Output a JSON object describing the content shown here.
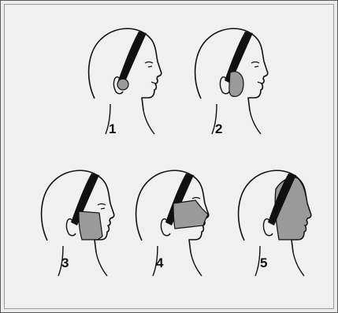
{
  "figures": [
    {
      "label": "1",
      "region": "ear"
    },
    {
      "label": "2",
      "region": "preauricular-cheek"
    },
    {
      "label": "3",
      "region": "lower-jaw-cheek"
    },
    {
      "label": "4",
      "region": "midface"
    },
    {
      "label": "5",
      "region": "full-face"
    }
  ],
  "colors": {
    "fill": "#9a9a9a",
    "outline": "#111111",
    "band": "#111111",
    "background": "#f0f0f0"
  }
}
